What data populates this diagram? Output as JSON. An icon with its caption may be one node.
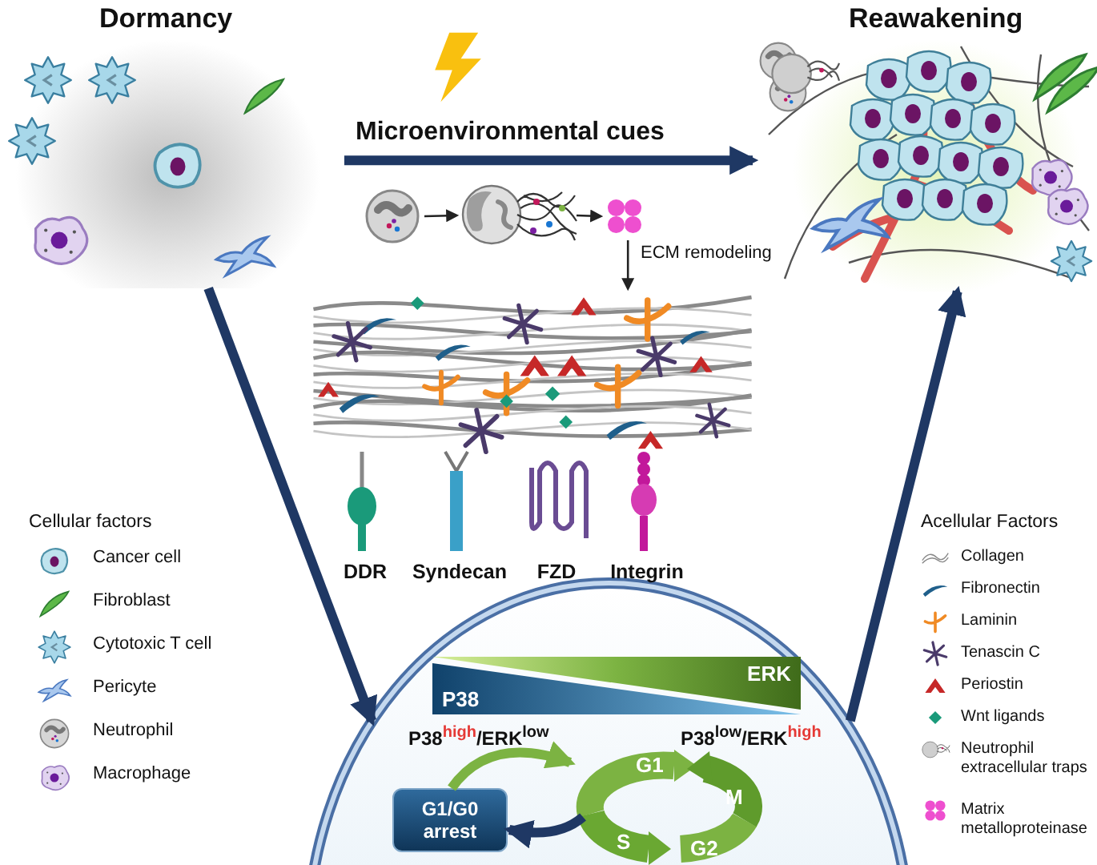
{
  "diagram": {
    "nodes": [
      {
        "text": [
          "Dormancy"
        ]
      },
      {
        "text": [
          "Reawakening"
        ]
      },
      {
        "text": [],
        "shape": "picture"
      },
      {
        "text": [],
        "shape": "picture"
      },
      {
        "text": [],
        "shape": "picture"
      },
      {
        "text": [],
        "shape": "picture"
      },
      {
        "text": [],
        "shape": "circle"
      },
      {
        "text": [
          "DDR"
        ]
      },
      {
        "text": [
          "Syndecan"
        ]
      },
      {
        "text": [
          "FZD"
        ]
      },
      {
        "text": [
          "Integrin"
        ]
      },
      {
        "text": [
          "P38",
          "ERK"
        ],
        "in": 6
      },
      {
        "text": [
          "G1/G0 arrest"
        ],
        "in": 6
      },
      {
        "text": [
          "G1",
          "M",
          "S",
          "G2"
        ],
        "in": 6
      }
    ],
    "edges": [
      {
        "from": 0,
        "to": 1,
        "arrow": "to",
        "label": "Microenvironmental cues",
        "color": "#1f3864"
      },
      {
        "from": 2,
        "to": 3,
        "arrow": "to"
      },
      {
        "from": 3,
        "to": 4,
        "arrow": "to"
      },
      {
        "from": 4,
        "to": 5,
        "arrow": "to",
        "label": "ECM remodeling"
      },
      {
        "from": 0,
        "to": 6,
        "arrow": "to",
        "color": "#1f3864"
      },
      {
        "from": 6,
        "to": 1,
        "arrow": "to",
        "color": "#1f3864"
      },
      {
        "from": 12,
        "to": 13,
        "arrow": "to",
        "color": "#7cb342"
      },
      {
        "from": 13,
        "to": 12,
        "arrow": "to",
        "color": "#1f3864"
      }
    ],
    "labels": [
      "Cellular factors",
      "Acellular Factors",
      "P38$^{high}$/ERK$^{low}$",
      "P38$^{low}$/ERK$^{high}$"
    ],
    "legend": [
      {
        "text": "Cancer cell"
      },
      {
        "text": "Fibroblast"
      },
      {
        "text": "Cytotoxic T cell"
      },
      {
        "text": "Pericyte"
      },
      {
        "text": "Neutrophil"
      },
      {
        "text": "Macrophage"
      },
      {
        "text": "Collagen"
      },
      {
        "text": "Fibronectin"
      },
      {
        "text": "Laminin"
      },
      {
        "text": "Tenascin C"
      },
      {
        "text": "Periostin"
      },
      {
        "text": "Wnt ligands"
      },
      {
        "text": "Neutrophil extracellular traps"
      },
      {
        "text": "Matrix metalloproteinase"
      }
    ]
  }
}
